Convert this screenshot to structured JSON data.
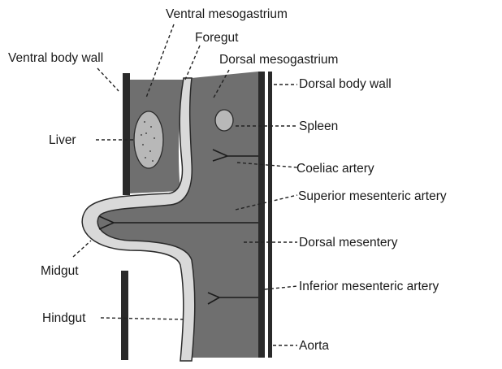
{
  "labels": {
    "ventral_mesogastrium": "Ventral mesogastrium",
    "foregut": "Foregut",
    "ventral_body_wall": "Ventral body wall",
    "dorsal_mesogastrium": "Dorsal mesogastrium",
    "dorsal_body_wall": "Dorsal body wall",
    "liver": "Liver",
    "spleen": "Spleen",
    "coeliac_artery": "Coeliac artery",
    "superior_mesenteric_artery": "Superior mesenteric artery",
    "dorsal_mesentery": "Dorsal mesentery",
    "midgut": "Midgut",
    "inferior_mesenteric_artery": "Inferior mesenteric artery",
    "hindgut": "Hindgut",
    "aorta": "Aorta"
  }
}
